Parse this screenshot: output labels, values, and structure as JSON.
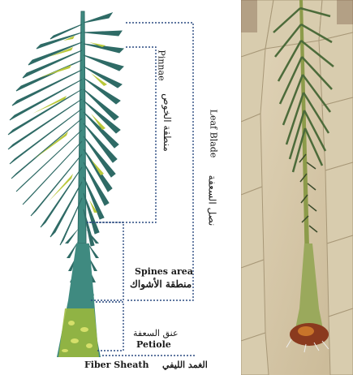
{
  "labels": {
    "pinnae_en": "Pinnae",
    "pinnae_ar": "منطقة الخوص",
    "leaf_blade_en": "Leaf Blade",
    "leaf_blade_ar": "نصل السعفة",
    "spines_en": "Spines area",
    "spines_ar": "منطقة الأشواك",
    "petiole_ar": "عنق السعفة",
    "petiole_en": "Petiole",
    "fiber_sheath_en": "Fiber Sheath",
    "fiber_sheath_ar": "الغمد الليفي"
  },
  "colors": {
    "leaf_dark": "#2f6b66",
    "leaf_mid": "#3f8a80",
    "leaf_yellow": "#b9c83a",
    "bracket": "#2a4a80",
    "photo_tile": "#d9cdb2",
    "photo_grout": "#a89878"
  }
}
